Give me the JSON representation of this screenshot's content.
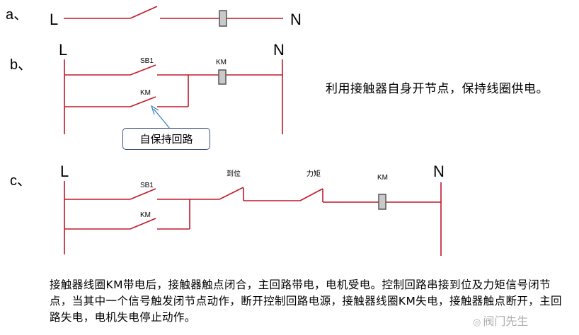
{
  "sections": {
    "a": {
      "label": "a、",
      "L": "L",
      "N": "N"
    },
    "b": {
      "label": "b、",
      "L": "L",
      "N": "N",
      "sb1": "SB1",
      "km_contact": "KM",
      "km_coil": "KM"
    },
    "c": {
      "label": "c、",
      "L": "L",
      "N": "N",
      "sb1": "SB1",
      "km_contact": "KM",
      "limit": "到位",
      "torque": "力矩",
      "km_coil": "KM"
    }
  },
  "callout": "自保持回路",
  "b_note": "利用接触器自身开节点，保持线圈供电。",
  "bottom_note": "接触器线圈KM带电后，接触器触点闭合，主回路带电，电机受电。控制回路串接到位及力矩信号闭节点，当其中一个信号触发闭节点动作，断开控制回路电源，接触器线圈KM失电，接触器触点断开，主回路失电，电机失电停止动作。",
  "watermark": "阀门先生",
  "colors": {
    "wire": "#c0182a",
    "coil_fill": "#c9c9c9",
    "coil_stroke": "#555555",
    "arrow": "#2f7fb5",
    "callout_border": "#3b4e7a"
  }
}
